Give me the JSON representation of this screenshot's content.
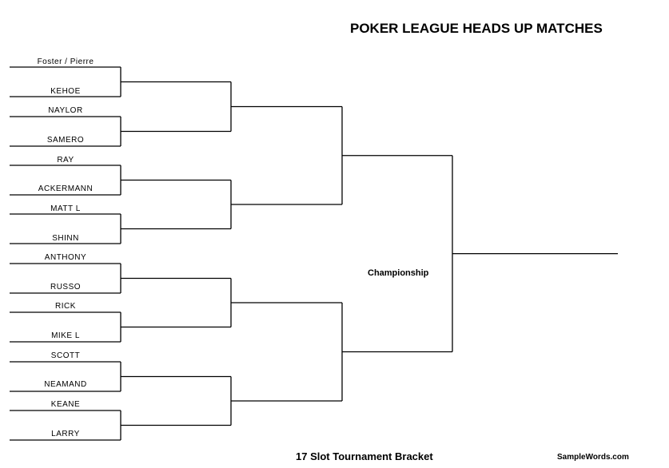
{
  "title": "POKER LEAGUE HEADS UP MATCHES",
  "players": [
    "Foster / Pierre",
    "KEHOE",
    "NAYLOR",
    "SAMERO",
    "RAY",
    "ACKERMANN",
    "MATT L",
    "SHINN",
    "ANTHONY",
    "RUSSO",
    "RICK",
    "MIKE L",
    "SCOTT",
    "NEAMAND",
    "KEANE",
    "LARRY"
  ],
  "championship_label": "Championship",
  "footer_label": "17 Slot Tournament Bracket",
  "brand": "SampleWords.com",
  "colors": {
    "line": "#000000",
    "background": "#ffffff"
  }
}
